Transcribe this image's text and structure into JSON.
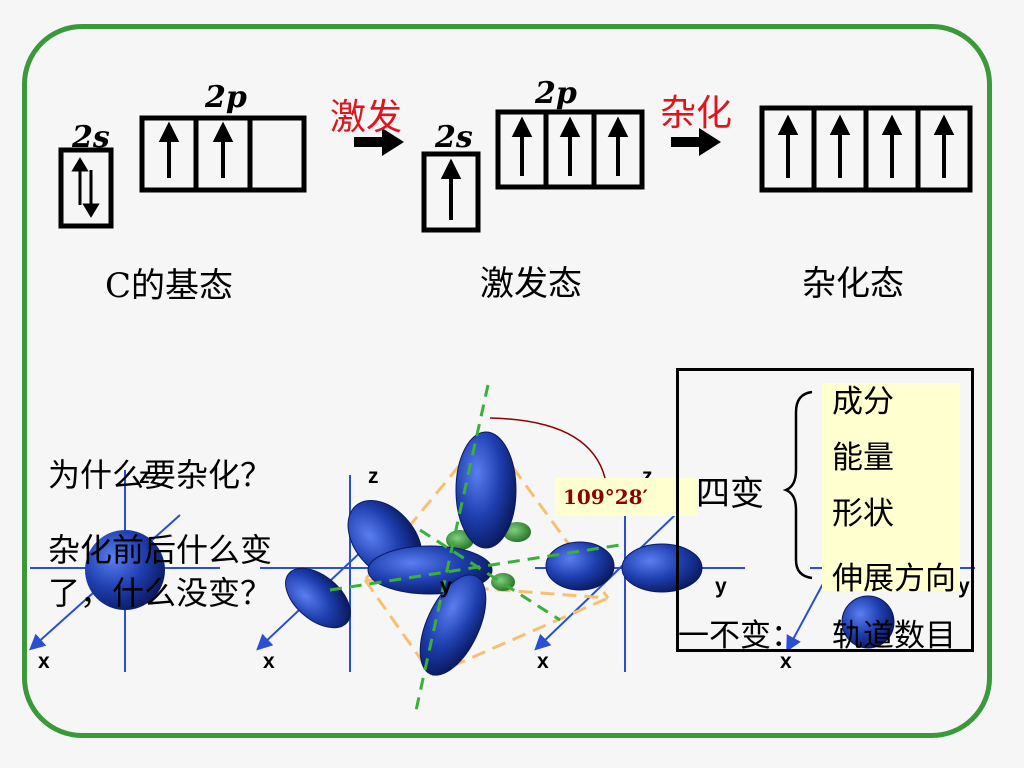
{
  "colors": {
    "frame": "#3a9a3a",
    "emphasis": "#e0141c",
    "lobe": "#1f3fb0",
    "box_fill": "#ffffd0"
  },
  "icons": [
    "arrow-right-icon",
    "spin-up-icon",
    "spin-pair-icon",
    "brace-icon"
  ],
  "ground": {
    "s_label": "2s",
    "p_label": "2p",
    "caption": "C的基态"
  },
  "excite_label": "激发",
  "excited": {
    "s_label": "2s",
    "p_label": "2p",
    "caption": "激发态"
  },
  "hybridize_label": "杂化",
  "hybrid": {
    "caption": "杂化态"
  },
  "questions": {
    "q1": "为什么要杂化？",
    "q2_line1": "杂化前后什么变",
    "q2_line2": "了，什么没变？"
  },
  "axes": {
    "x": "x",
    "y": "y",
    "z": "z"
  },
  "bond_angle": "109°28′",
  "summary": {
    "four_changes": "四变",
    "items": [
      "成分",
      "能量",
      "形状",
      "伸展方向"
    ],
    "one_constant_label": "一不变：",
    "one_constant_value": "轨道数目"
  }
}
